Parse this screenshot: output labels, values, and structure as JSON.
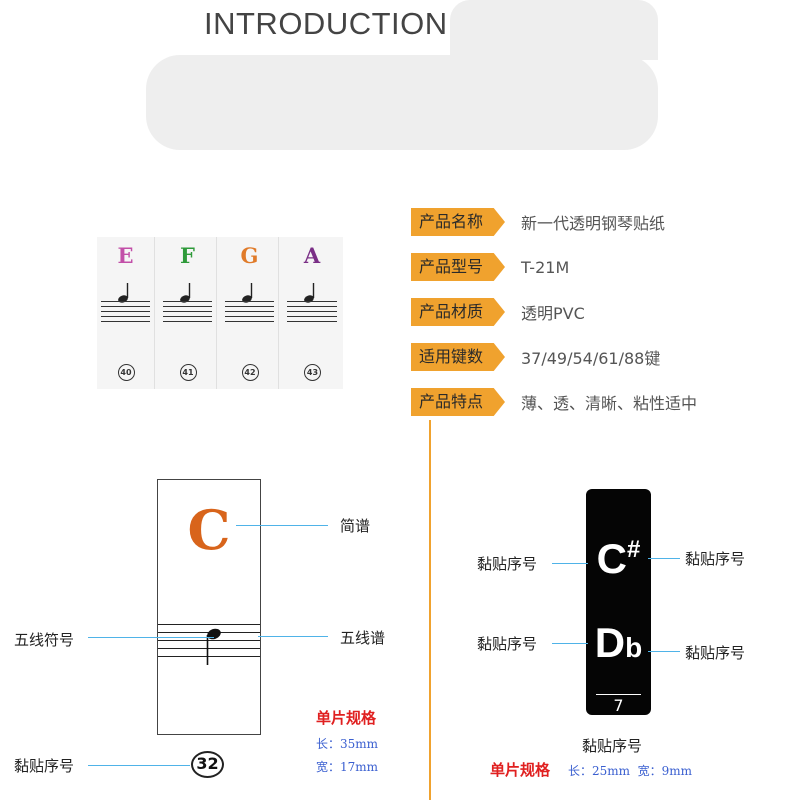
{
  "header": {
    "title": "INTRODUCTION"
  },
  "specs": [
    {
      "label": "产品名称",
      "value": "新一代透明钢琴贴纸"
    },
    {
      "label": "产品型号",
      "value": "T-21M"
    },
    {
      "label": "产品材质",
      "value": "透明PVC"
    },
    {
      "label": "适用键数",
      "value": "37/49/54/61/88键"
    },
    {
      "label": "产品特点",
      "value": "薄、透、清晰、粘性适中"
    }
  ],
  "sample_keys": [
    {
      "letter": "E",
      "number": "40",
      "color": "#c24fa8"
    },
    {
      "letter": "F",
      "number": "41",
      "color": "#2e9a3a"
    },
    {
      "letter": "G",
      "number": "42",
      "color": "#e07b2a"
    },
    {
      "letter": "A",
      "number": "43",
      "color": "#7a2f86"
    }
  ],
  "white_card": {
    "letter": "C",
    "number": "32",
    "labels": {
      "notation": "简谱",
      "staff_symbol": "五线符号",
      "staff": "五线谱",
      "sticker_index": "黏贴序号"
    },
    "spec_title": "单片规格",
    "length": "长：35mm",
    "width": "宽：17mm"
  },
  "black_card": {
    "sharp_letter": "C",
    "sharp_symbol": "#",
    "flat_letter": "D",
    "flat_symbol": "b",
    "number": "7",
    "label_index": "黏贴序号",
    "spec_title": "单片规格",
    "spec_values": "长：25mm  宽：9mm"
  },
  "colors": {
    "accent": "#f0a22e",
    "pointer": "#4fb3e8",
    "spec_red": "#e02020",
    "spec_blue": "#3a5fd0",
    "letter_orange": "#d8641b"
  }
}
